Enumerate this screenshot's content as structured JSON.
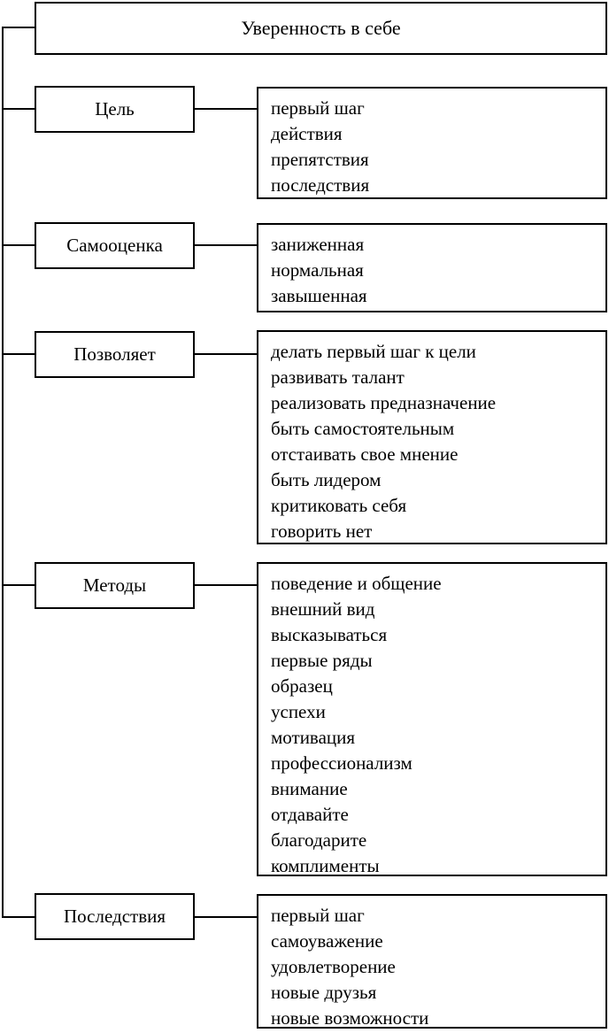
{
  "diagram": {
    "title": "Уверенность в себе",
    "colors": {
      "line": "#000000",
      "text": "#000000",
      "background": "#ffffff"
    },
    "sections": [
      {
        "label": "Цель",
        "items": [
          "первый шаг",
          "действия",
          "препятствия",
          "последствия"
        ]
      },
      {
        "label": "Самооценка",
        "items": [
          "заниженная",
          "нормальная",
          "завышенная"
        ]
      },
      {
        "label": "Позволяет",
        "items": [
          "делать первый шаг к цели",
          "развивать талант",
          "реализовать предназначение",
          "быть самостоятельным",
          "отстаивать свое мнение",
          "быть лидером",
          "критиковать себя",
          "говорить нет"
        ]
      },
      {
        "label": "Методы",
        "items": [
          "поведение и общение",
          "внешний вид",
          "высказываться",
          "первые ряды",
          "образец",
          "успехи",
          "мотивация",
          "профессионализм",
          "внимание",
          "отдавайте",
          "благодарите",
          "комплименты"
        ]
      },
      {
        "label": "Последствия",
        "items": [
          "первый шаг",
          "самоуважение",
          "удовлетворение",
          "новые друзья",
          "новые возможности"
        ]
      }
    ]
  }
}
